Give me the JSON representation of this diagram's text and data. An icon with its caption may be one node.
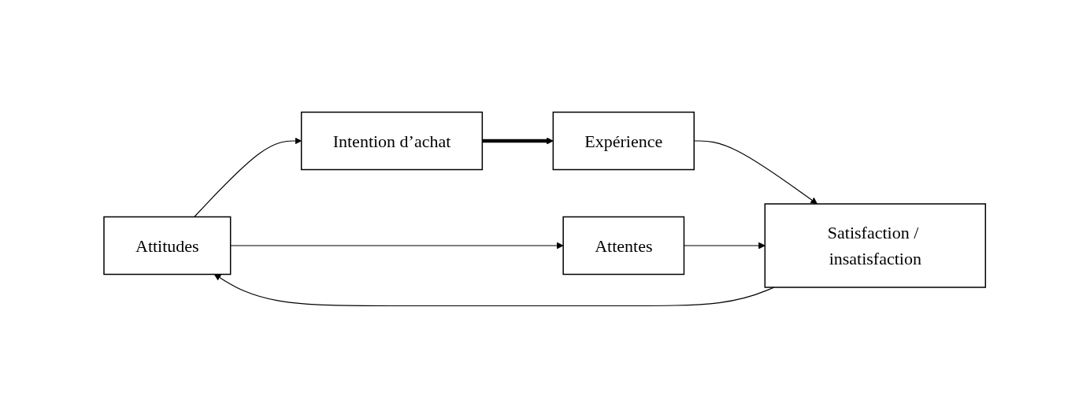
{
  "diagram": {
    "nodes": [
      {
        "text": [
          "Intention d’achat"
        ]
      },
      {
        "text": [
          "Attitudes"
        ]
      },
      {
        "text": [
          "Expérience"
        ]
      },
      {
        "text": [
          "Attentes"
        ]
      },
      {
        "text": [
          "Satisfaction / insatisfaction"
        ]
      }
    ],
    "edges": [
      {
        "from": 1,
        "to": 0,
        "arrow": "to"
      },
      {
        "from": 0,
        "to": 2,
        "arrow": "to",
        "style": "thick"
      },
      {
        "from": 1,
        "to": 3,
        "arrow": "to"
      },
      {
        "from": 2,
        "to": 4,
        "arrow": "to"
      },
      {
        "from": 3,
        "to": 4,
        "arrow": "to"
      },
      {
        "from": 4,
        "to": 1,
        "arrow": "to"
      }
    ]
  }
}
